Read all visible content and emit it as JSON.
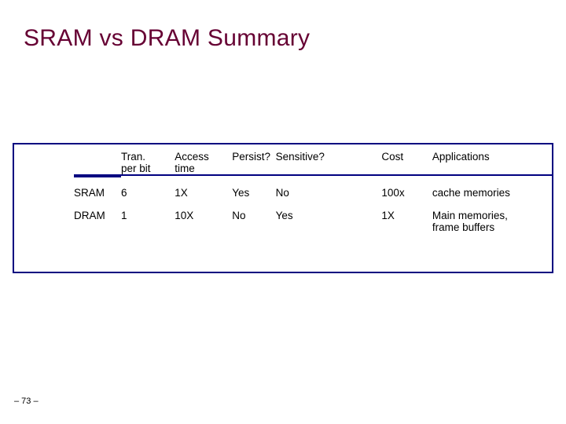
{
  "slide": {
    "title": "SRAM vs DRAM Summary",
    "title_color": "#660033",
    "border_color": "#000080",
    "footer": "– 73 –"
  },
  "table": {
    "headers": [
      {
        "line1": "",
        "line2": ""
      },
      {
        "line1": "Tran.",
        "line2": "per bit"
      },
      {
        "line1": "Access",
        "line2": "time"
      },
      {
        "line1": "",
        "line2": "Persist?"
      },
      {
        "line1": "",
        "line2": "Sensitive?"
      },
      {
        "line1": "",
        "line2": "Cost"
      },
      {
        "line1": "",
        "line2": "Applications"
      }
    ],
    "rows": [
      {
        "label": "SRAM",
        "tran_per_bit": "6",
        "access_time": "1X",
        "persist": "Yes",
        "sensitive": "No",
        "cost": "100x",
        "applications": "cache memories"
      },
      {
        "label": "DRAM",
        "tran_per_bit": "1",
        "access_time": "10X",
        "persist": "No",
        "sensitive": "Yes",
        "cost": "1X",
        "applications_line1": "Main memories,",
        "applications_line2": "frame buffers"
      }
    ]
  }
}
